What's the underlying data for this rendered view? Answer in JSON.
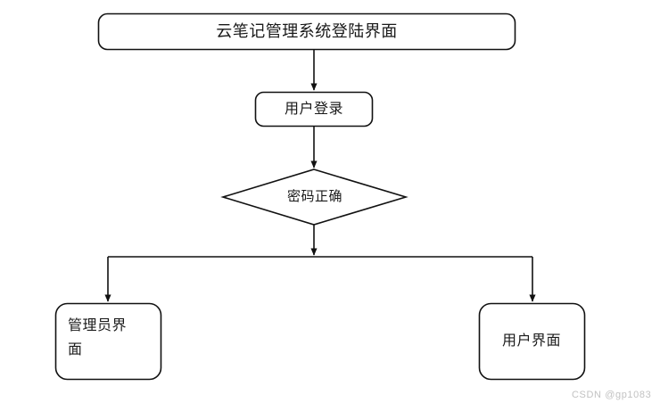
{
  "diagram": {
    "type": "flowchart",
    "background_color": "#ffffff",
    "stroke_color": "#111111",
    "text_color": "#1a1a1a",
    "nodes": [
      {
        "id": "title",
        "shape": "rounded-rectangle",
        "label": "云笔记管理系统登陆界面"
      },
      {
        "id": "login",
        "shape": "rounded-rectangle",
        "label": "用户登录"
      },
      {
        "id": "decision",
        "shape": "diamond",
        "label": "密码正确"
      },
      {
        "id": "admin",
        "shape": "rounded-rectangle",
        "label": "管理员界\n面"
      },
      {
        "id": "user",
        "shape": "rounded-rectangle",
        "label": "用户界面"
      }
    ],
    "edges": [
      {
        "from": "title",
        "to": "login",
        "style": "straight-arrow",
        "label": ""
      },
      {
        "from": "login",
        "to": "decision",
        "style": "straight-arrow",
        "label": ""
      },
      {
        "from": "decision",
        "to": "admin",
        "style": "branch-arrow",
        "label": ""
      },
      {
        "from": "decision",
        "to": "user",
        "style": "branch-arrow",
        "label": ""
      }
    ]
  },
  "watermark": {
    "text": "CSDN @gp1083",
    "color": "#c2c2c2"
  }
}
